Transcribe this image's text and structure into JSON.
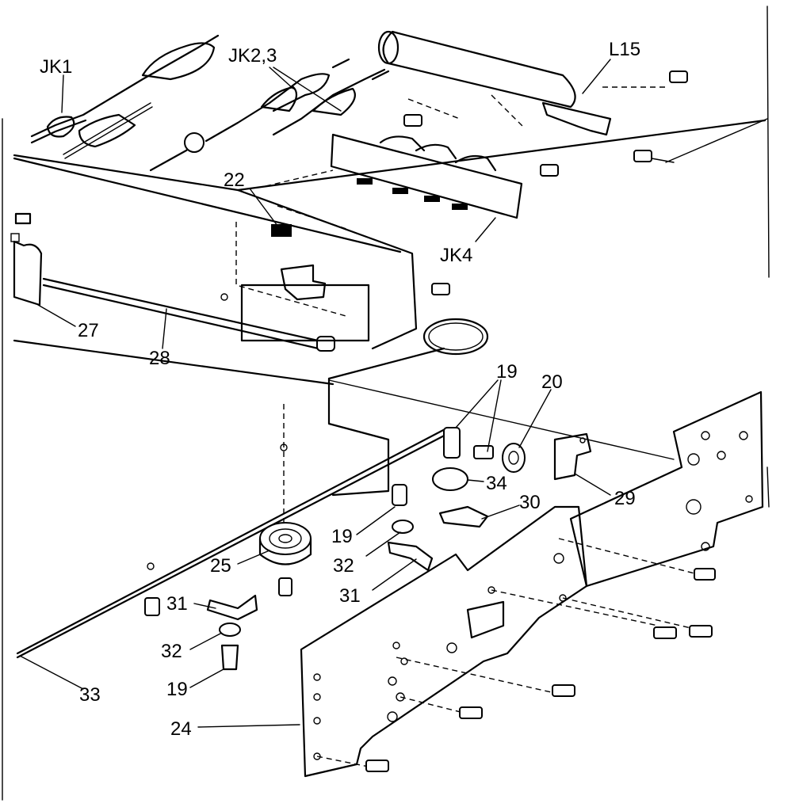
{
  "labels": {
    "jk1": "JK1",
    "jk23": "JK2,3",
    "l15": "L15",
    "p22": "22",
    "jk4": "JK4",
    "p27": "27",
    "p28": "28",
    "p19a": "19",
    "p20": "20",
    "p34": "34",
    "p30": "30",
    "p29": "29",
    "p19b": "19",
    "p32a": "32",
    "p25": "25",
    "p31a": "31",
    "p31b": "31",
    "p32b": "32",
    "p19c": "19",
    "p24": "24",
    "p33": "33"
  }
}
